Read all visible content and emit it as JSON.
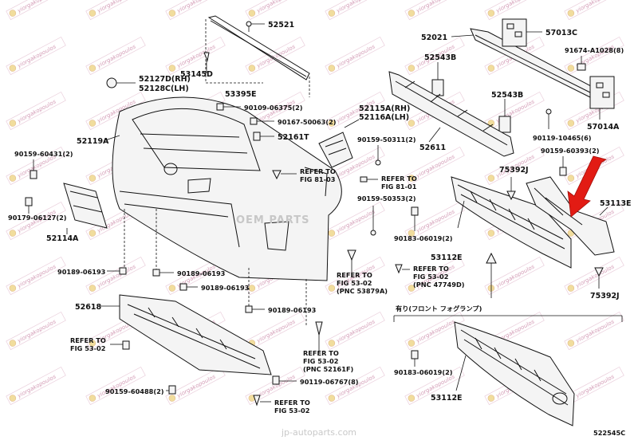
{
  "part_numbers": {
    "p52521": "52521",
    "p52021": "52021",
    "p57013C": "57013C",
    "p91674": "91674-A1028(8)",
    "p52543B_a": "52543B",
    "p53145D": "53145D",
    "p53395E": "53395E",
    "p52127D": "52127D(RH)",
    "p52128C": "52128C(LH)",
    "p90109": "90109-06375(2)",
    "p52115A": "52115A(RH)",
    "p52116A": "52116A(LH)",
    "p52543B_b": "52543B",
    "p57014A": "57014A",
    "p90167": "90167-50063(2)",
    "p52119A": "52119A",
    "p52161T": "52161T",
    "p90159_50311": "90159-50311(2)",
    "p52611": "52611",
    "p90119_10465": "90119-10465(6)",
    "p90159_60393": "90159-60393(2)",
    "p90159_60431": "90159-60431(2)",
    "p75392J_a": "75392J",
    "p53113E": "53113E",
    "p90159_50353": "90159-50353(2)",
    "p90179": "90179-06127(2)",
    "p52114A": "52114A",
    "p90183_a": "90183-06019(2)",
    "p53112E_a": "53112E",
    "p90189_a": "90189-06193",
    "p90189_b": "90189-06193",
    "p90189_c": "90189-06193",
    "p90189_d": "90189-06193",
    "p75392J_b": "75392J",
    "p52618": "52618",
    "p90119_06767": "90119-06767(8)",
    "p90159_60488": "90159-60488(2)",
    "p90183_b": "90183-06019(2)",
    "p53112E_b": "53112E",
    "diagram_code": "522545C"
  },
  "references": {
    "ref_81_03": [
      "REFER TO",
      "FIG 81-03"
    ],
    "ref_81_01": [
      "REFER TO",
      "FIG 81-01"
    ],
    "ref_53879": [
      "REFER TO",
      "FIG 53-02",
      "(PNC 53879A)"
    ],
    "ref_47749": [
      "REFER TO",
      "FIG 53-02",
      "(PNC 47749D)"
    ],
    "ref_52161F": [
      "REFER TO",
      "FIG 53-02",
      "(PNC 52161F)"
    ],
    "ref_left": [
      "REFER TO",
      "FIG 53-02"
    ],
    "ref_bottom": [
      "REFER TO",
      "FIG 53-02"
    ]
  },
  "notes": {
    "fog_lamp": "有り(フロント フォグランプ)"
  },
  "watermarks": {
    "dealer_text": "yiorgakopoulos",
    "center_text": "OEM PARTS",
    "footer_text": "jp-autoparts.com"
  },
  "colors": {
    "arrow_red": "#e21b14",
    "watermark_pink": "#b04a7a",
    "logo_gold": "#e7c24e"
  }
}
